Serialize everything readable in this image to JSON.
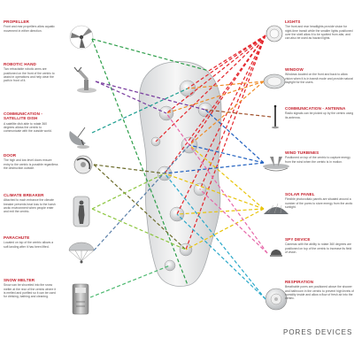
{
  "footer": "PORES DEVICES",
  "devices_left": [
    {
      "title": "PROPELLER",
      "desc": "Front and rear propellers allow aquatic movement in either direction."
    },
    {
      "title": "ROBOTIC HAND",
      "desc": "Two retractable robotic arms are positioned on the front of the centric to assist in operations and help clear the path in front of it."
    },
    {
      "title": "COMMUNICATION - SATELLITE DISH",
      "desc": "A satellite dish able to rotate 360 degrees allows the centric to communicate with the outside world."
    },
    {
      "title": "DOOR",
      "desc": "The high and low level doors ensure entry to the centric is possible regardless the obstruction outside."
    },
    {
      "title": "CLIMATE BREAKER",
      "desc": "Attached to each entrance the climate breaker prevents heat loss to the harsh arctic environment when people enter and exit the centric."
    },
    {
      "title": "PARACHUTE",
      "desc": "Located on top of the centric allows a soft landing after it has been lifted."
    },
    {
      "title": "SNOW MELTER",
      "desc": "Snow can be shoveled into the snow melter at the rear of the centric where it is melted and purified so it can be used for drinking, bathing and cleaning."
    }
  ],
  "devices_right": [
    {
      "title": "LIGHTS",
      "desc": "The front and rear headlights provide vision for night-time transit while the smaller lights positioned over the shell allow it to be spotted from afar, and can also be used as hazard lights."
    },
    {
      "title": "WINDOW",
      "desc": "Windows located on the front and back to allow vision when it is in transit mode and provide natural daylight for the users."
    },
    {
      "title": "COMMUNICATION - ANTENNA",
      "desc": "Radio signals can be picked up by the centric using its antenna."
    },
    {
      "title": "WIND TURBINES",
      "desc": "Positioned on top of the centric to capture energy from the wind when the centric is in motion."
    },
    {
      "title": "SOLAR PANEL",
      "desc": "Flexible photovoltaic panels are situated around a number of the pores to store energy from the arctic sunlight."
    },
    {
      "title": "SPY DEVICE",
      "desc": "Cameras with the ability to rotate 360 degrees are positioned on top of the centric to increase its field of vision."
    },
    {
      "title": "RESPIRATION",
      "desc": "Breathable pores are positioned above the shower and bathroom in the centric to prevent high levels of humidity inside and allow a flow of fresh air into the centric."
    }
  ]
}
